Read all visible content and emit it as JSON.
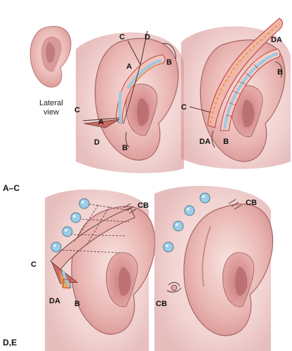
{
  "colors": {
    "skin_light": "#f6d9d6",
    "skin_mid": "#eab3b1",
    "skin_dark": "#d88d8c",
    "cartilage_blue": "#9cc9e3",
    "tissue_orange": "#e7a14e",
    "flap_red": "#c0423c",
    "button_blue": "#9ccde6",
    "line": "#5a3532"
  },
  "panel_top_left": {
    "inset_caption_line1": "Lateral",
    "inset_caption_line2": "view",
    "labels": [
      "C",
      "D",
      "A",
      "B",
      "C",
      "A",
      "B",
      "D"
    ]
  },
  "panel_top_right": {
    "labels": [
      "DA",
      "B",
      "C",
      "DA",
      "B"
    ]
  },
  "row_label_top": "A–C",
  "panel_bottom_left": {
    "labels": [
      "CB",
      "C",
      "DA",
      "B"
    ]
  },
  "panel_bottom_right": {
    "labels": [
      "CB",
      "CB"
    ]
  },
  "row_label_bottom": "D,E"
}
